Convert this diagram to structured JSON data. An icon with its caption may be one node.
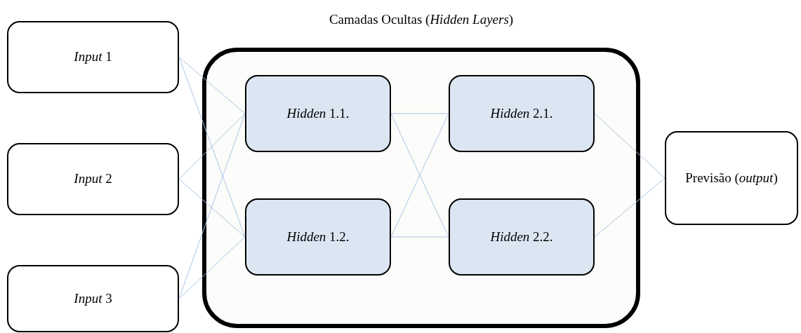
{
  "diagram": {
    "nodes": [
      {
        "text": [
          "*Input* 1"
        ]
      },
      {
        "text": [
          "*Input* 2"
        ]
      },
      {
        "text": [
          "*Input* 3"
        ]
      },
      {
        "text": [
          "Camadas Ocultas (*Hidden Layers*)"
        ]
      },
      {
        "text": [
          "*Hidden* 1.1."
        ],
        "in": 3
      },
      {
        "text": [
          "*Hidden* 1.2."
        ],
        "in": 3
      },
      {
        "text": [
          "*Hidden* 2.1."
        ],
        "in": 3
      },
      {
        "text": [
          "*Hidden* 2.2."
        ],
        "in": 3
      },
      {
        "text": [
          "Previsão (*output*)"
        ]
      }
    ],
    "edges": [
      {
        "from": 0,
        "to": 4,
        "arrow": "none"
      },
      {
        "from": 0,
        "to": 5,
        "arrow": "none"
      },
      {
        "from": 1,
        "to": 4,
        "arrow": "none"
      },
      {
        "from": 1,
        "to": 5,
        "arrow": "none"
      },
      {
        "from": 2,
        "to": 4,
        "arrow": "none"
      },
      {
        "from": 2,
        "to": 5,
        "arrow": "none"
      },
      {
        "from": 4,
        "to": 6,
        "arrow": "none"
      },
      {
        "from": 4,
        "to": 7,
        "arrow": "none"
      },
      {
        "from": 5,
        "to": 6,
        "arrow": "none"
      },
      {
        "from": 5,
        "to": 7,
        "arrow": "none"
      },
      {
        "from": 6,
        "to": 8,
        "arrow": "none"
      },
      {
        "from": 7,
        "to": 8,
        "arrow": "none"
      }
    ]
  }
}
